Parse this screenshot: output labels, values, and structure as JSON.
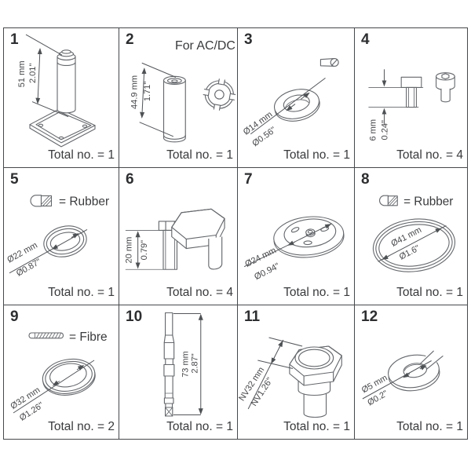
{
  "colors": {
    "line": "#64676b",
    "dimension": "#53565a",
    "text": "#393a3c",
    "border": "#46484b",
    "background": "#ffffff"
  },
  "cells": [
    {
      "number": "1",
      "dim_mm": "51 mm",
      "dim_in": "2.01\"",
      "total": "Total no. = 1"
    },
    {
      "number": "2",
      "note": "For AC/DC",
      "dim_mm": "44.9 mm",
      "dim_in": "1.71\"",
      "total": "Total no. = 1"
    },
    {
      "number": "3",
      "dim_mm": "Ø14 mm",
      "dim_in": "Ø0.56\"",
      "total": "Total no. = 1"
    },
    {
      "number": "4",
      "dim_mm": "6 mm",
      "dim_in": "0.24\"",
      "total": "Total no. = 4"
    },
    {
      "number": "5",
      "legend": "= Rubber",
      "dim_mm": "Ø22 mm",
      "dim_in": "Ø0.87\"",
      "total": "Total no. = 1"
    },
    {
      "number": "6",
      "dim_mm": "20 mm",
      "dim_in": "0.79\"",
      "total": "Total no. = 4"
    },
    {
      "number": "7",
      "dim_mm": "Ø24 mm",
      "dim_in": "Ø0.94\"",
      "total": "Total no. = 1"
    },
    {
      "number": "8",
      "legend": "= Rubber",
      "dim_mm": "Ø41 mm",
      "dim_in": "Ø1.6\"",
      "total": "Total no. = 1"
    },
    {
      "number": "9",
      "legend": "= Fibre",
      "dim_mm": "Ø32 mm",
      "dim_in": "Ø1.26\"",
      "total": "Total no. = 2"
    },
    {
      "number": "10",
      "dim_mm": "73 mm",
      "dim_in": "2.87\"",
      "total": "Total no. = 1"
    },
    {
      "number": "11",
      "dim_mm": "NV32 mm",
      "dim_in": "NV1.26\"",
      "total": "Total no. = 1"
    },
    {
      "number": "12",
      "dim_mm": "Ø5 mm",
      "dim_in": "Ø0.2\"",
      "total": "Total no. = 1"
    }
  ]
}
